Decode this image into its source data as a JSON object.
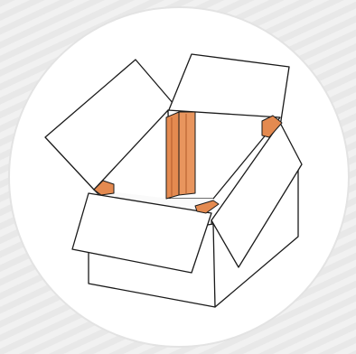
{
  "colors": {
    "background": "#f1f1f1",
    "stripe": "#e6e6e6",
    "circle_fill": "#ffffff",
    "circle_stroke": "#e3e3e3",
    "outline": "#1a1a1a",
    "box_fill": "#ffffff",
    "corner_guard": "#e48a50",
    "corner_guard_dark": "#b25a2a"
  },
  "illustration": {
    "subject": "open-cardboard-box-with-corner-protectors",
    "flaps_open": 4,
    "corner_protectors_visible": 5
  }
}
